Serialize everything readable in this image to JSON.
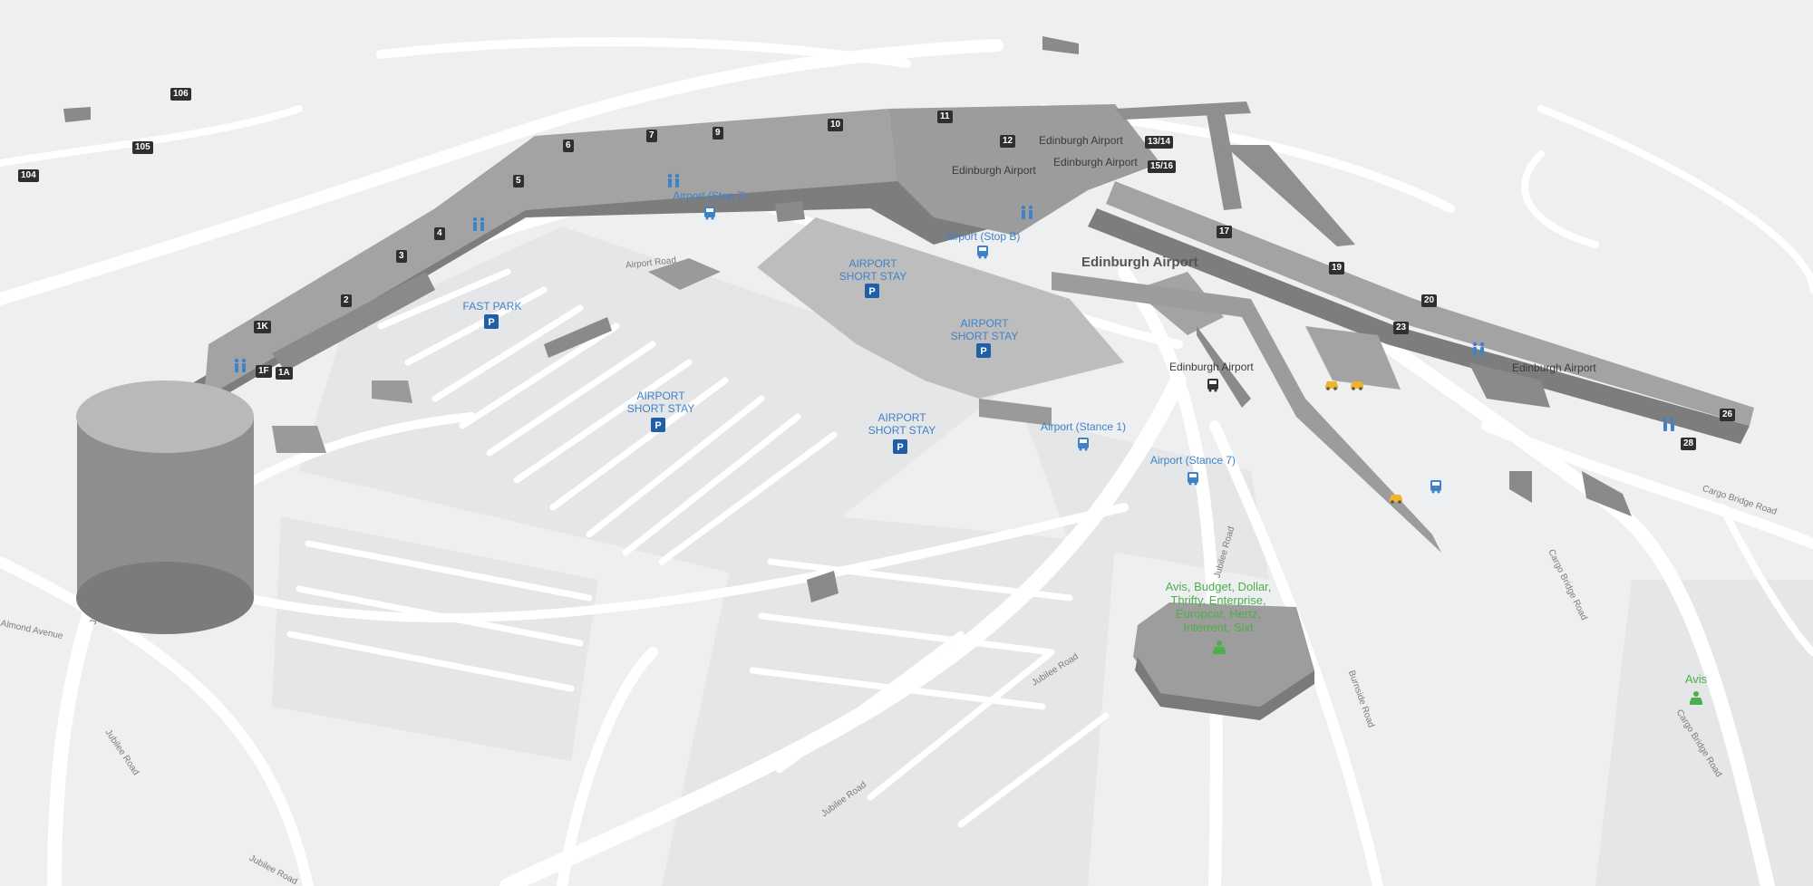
{
  "map": {
    "colors": {
      "background": "#eeeff0",
      "road": "#ffffff",
      "parking": "#e5e6e7",
      "building_top": "#a3a3a3",
      "building_side": "#7d7d7d",
      "poi_blue": "#3f82c9",
      "poi_green": "#4cae4c",
      "taxi": "#f0b429"
    },
    "gates": [
      "106",
      "105",
      "104",
      "1K",
      "1F",
      "1A",
      "2",
      "3",
      "4",
      "5",
      "6",
      "7",
      "9",
      "10",
      "11",
      "12",
      "13/14",
      "15/16",
      "17",
      "19",
      "20",
      "23",
      "26",
      "28"
    ],
    "places": {
      "edinburgh_airport_main": "Edinburgh Airport",
      "edinburgh_airport_1": "Edinburgh Airport",
      "edinburgh_airport_2": "Edinburgh Airport",
      "edinburgh_airport_3": "Edinburgh Airport",
      "edinburgh_airport_4": "Edinburgh Airport",
      "edinburgh_airport_5": "Edinburgh Airport"
    },
    "parking": {
      "fast_park": "FAST PARK",
      "short_stay": "AIRPORT\nSHORT STAY"
    },
    "bus_stops": {
      "stop_7": "Airport (Stop 7)",
      "stop_b": "Airport (Stop B)",
      "stance_1": "Airport (Stance 1)",
      "stance_7": "Airport (Stance 7)"
    },
    "car_rental": {
      "main": "Avis, Budget, Dollar,\nThrifty, Enterprise,\nEuropcar, Hertz,\nInterrent, Sixt",
      "avis": "Avis"
    },
    "roads": {
      "jubilee": "Jubilee Road",
      "burnside": "Burnside Road",
      "cargo_bridge": "Cargo Bridge Road",
      "almond": "Almond Avenue",
      "airport_road": "Airport Road"
    },
    "icons": {
      "restroom": "restroom-icon",
      "parking": "parking-icon",
      "bus": "bus-icon",
      "taxi": "taxi-icon",
      "car_rental": "car-rental-icon"
    }
  }
}
